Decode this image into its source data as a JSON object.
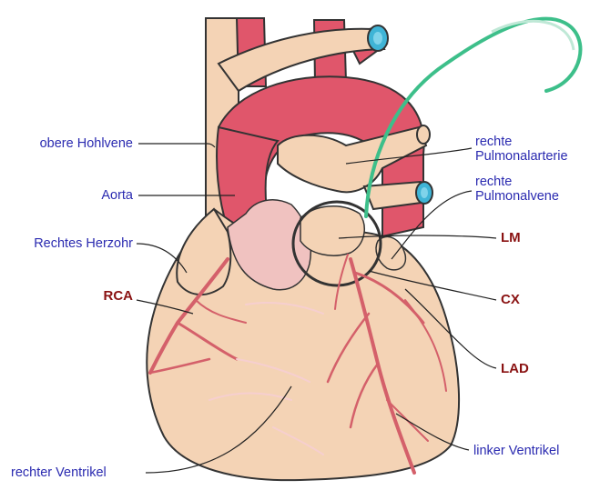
{
  "labels": {
    "obere_hohlvene": "obere Hohlvene",
    "aorta": "Aorta",
    "rechtes_herzohr": "Rechtes Herzohr",
    "rca": "RCA",
    "rechter_ventrikel": "rechter Ventrikel",
    "rechte_pulmonalarterie_1": "rechte",
    "rechte_pulmonalarterie_2": "Pulmonalarterie",
    "rechte_pulmonalvene_1": "rechte",
    "rechte_pulmonalvene_2": "Pulmonalvene",
    "lm": "LM",
    "cx": "CX",
    "lad": "LAD",
    "linker_ventrikel": "linker Ventrikel"
  },
  "colors": {
    "tissue": "#f4d3b5",
    "artery_red": "#e0566b",
    "coronary": "#d4606a",
    "vessel_light": "#f6cfcf",
    "atrium_pink": "#f0c2c0",
    "pulm_vein_blue": "#3fb4d6",
    "catheter_green": "#3dbf8a",
    "outline": "#333333",
    "label_blue": "#2a2ab0",
    "label_red": "#8a1212"
  }
}
